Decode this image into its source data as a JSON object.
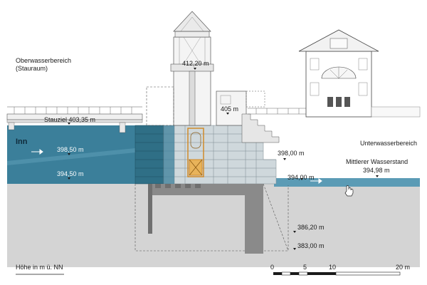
{
  "labels": {
    "oberwasser_line1": "Oberwasserbereich",
    "oberwasser_line2": "(Stauraum)",
    "stauziel": "Stauziel 403,35 m",
    "inn": "Inn",
    "level_398_50": "398,50 m",
    "level_394_50": "394,50 m",
    "top_level": "412,20 m",
    "level_405": "405 m",
    "unterwasser": "Unterwasserbereich",
    "level_398_00": "398,00 m",
    "mittlerer_line1": "Mittlerer Wasserstand",
    "mittlerer_line2": "394,98 m",
    "level_394_00": "394,00 m",
    "level_386_20": "386,20 m",
    "level_383_00": "383,00 m",
    "hoehe": "Höhe in m ü. NN"
  },
  "scale": {
    "ticks": [
      "0",
      "5",
      "10",
      "20 m"
    ]
  },
  "colors": {
    "water": "#3b7f9a",
    "water_light": "#5b9bb5",
    "ground": "#d4d4d4",
    "brick": "#cfd8dc",
    "gate": "#d08a2a"
  }
}
